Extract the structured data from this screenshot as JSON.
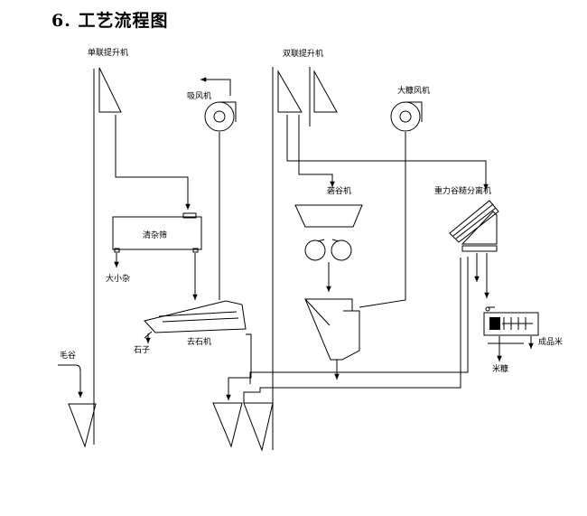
{
  "heading": "6. 工艺流程图",
  "labels": {
    "single_elevator": "单联提升机",
    "suction_fan": "吸风机",
    "double_elevator": "双联提升机",
    "bran_fan": "大糠风机",
    "husker": "砻谷机",
    "gravity_separator": "重力谷糙分离机",
    "cleaning_sieve": "清杂筛",
    "large_small_impurities": "大小杂",
    "destoner": "去石机",
    "stones": "石子",
    "paddy": "毛谷",
    "rice_bran": "米糠",
    "finished_rice": "成品米"
  },
  "colors": {
    "line": "#000000",
    "background": "#ffffff"
  }
}
